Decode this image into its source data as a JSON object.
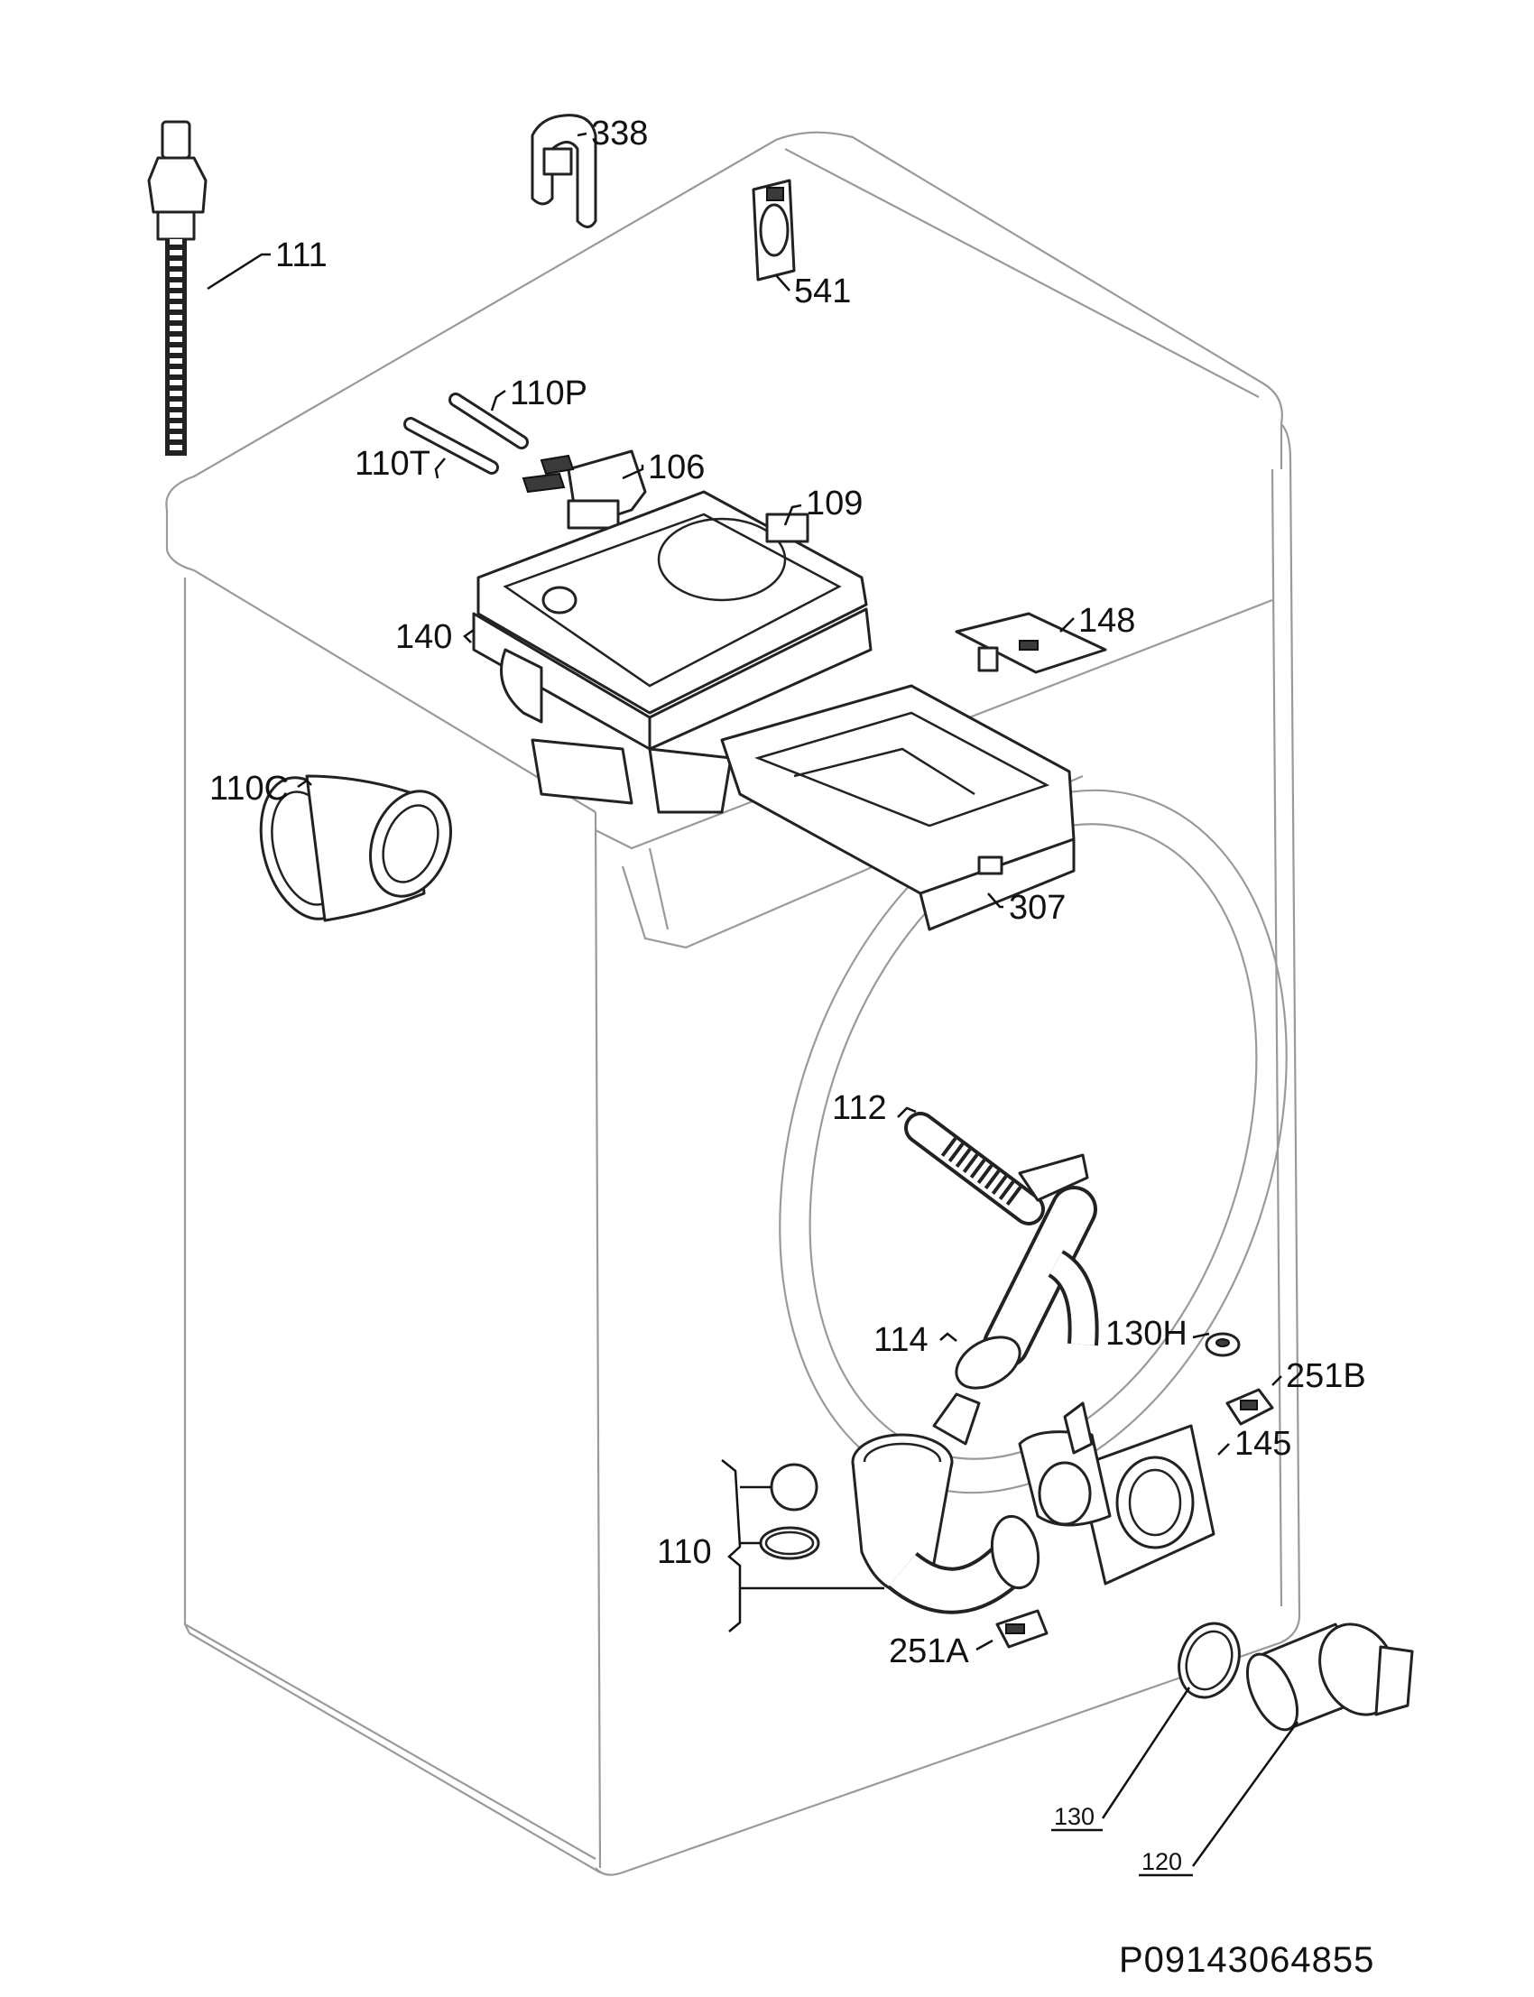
{
  "parts": {
    "hose_111": "111",
    "bracket_338": "338",
    "clip_541": "541",
    "pin_110P": "110P",
    "pin_110T": "110T",
    "valve_106": "106",
    "dispenser_top_109": "109",
    "dispenser_housing_140": "140",
    "flap_148": "148",
    "bellows_110C": "110C",
    "drawer_307": "307",
    "hose_112": "112",
    "hose_114": "114",
    "grommet_130H": "130H",
    "clip_251B": "251B",
    "pump_housing_145": "145",
    "kit_110": "110",
    "clip_251A": "251A",
    "gasket_130": "130",
    "filter_120": "120"
  },
  "drawing_code": "P09143064855"
}
